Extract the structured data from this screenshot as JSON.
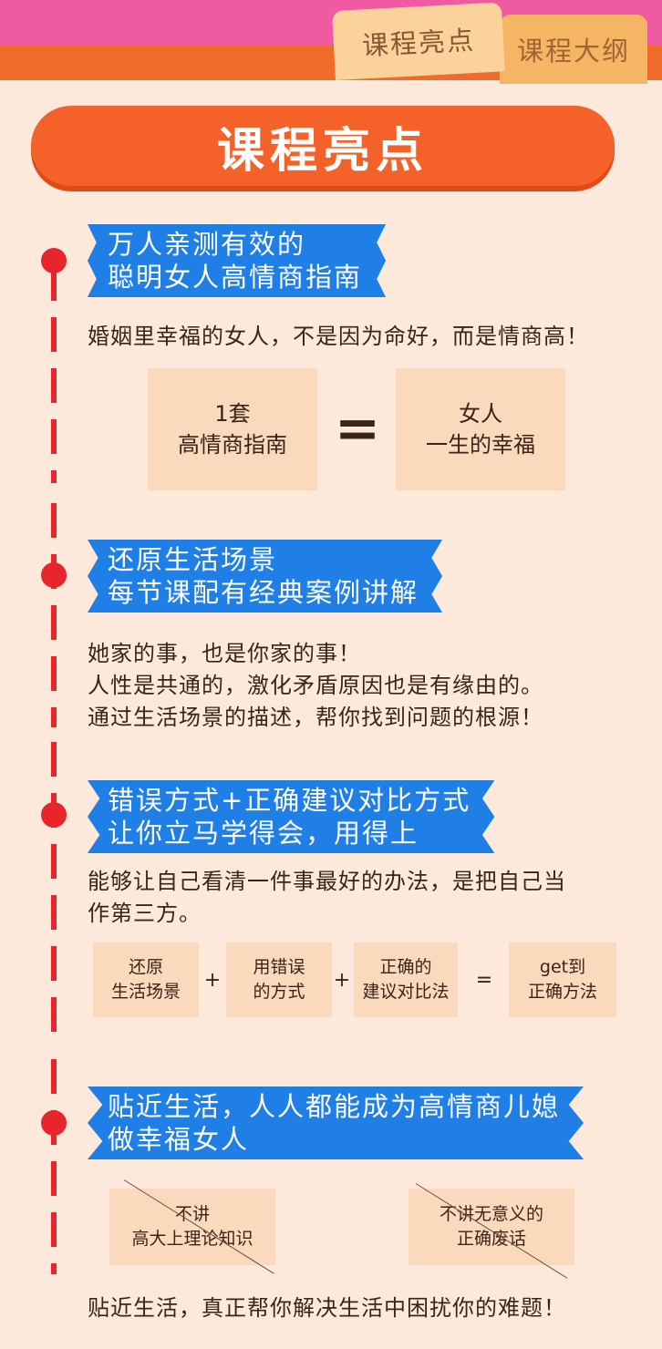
{
  "tabs": [
    {
      "label": "课程亮点",
      "active": true
    },
    {
      "label": "课程大纲",
      "active": false
    }
  ],
  "page_title": "课程亮点",
  "sections": [
    {
      "banner_lines": [
        "万人亲测有效的",
        "聪明女人高情商指南"
      ],
      "paragraph_lines": [
        "婚姻里幸福的女人，不是因为命好，而是情商高！"
      ],
      "equation": {
        "left_lines": [
          "1套",
          "高情商指南"
        ],
        "operator": "=",
        "right_lines": [
          "女人",
          "一生的幸福"
        ]
      }
    },
    {
      "banner_lines": [
        "还原生活场景",
        "每节课配有经典案例讲解"
      ],
      "paragraph_lines": [
        "她家的事，也是你家的事！",
        "人性是共通的，激化矛盾原因也是有缘由的。",
        "通过生活场景的描述，帮你找到问题的根源！"
      ]
    },
    {
      "banner_lines": [
        "错误方式+正确建议对比方式",
        "让你立马学得会，用得上"
      ],
      "paragraph_lines": [
        "能够让自己看清一件事最好的办法，是把自己当",
        "作第三方。"
      ],
      "formula": {
        "items": [
          [
            "还原",
            "生活场景"
          ],
          [
            "用错误",
            "的方式"
          ],
          [
            "正确的",
            "建议对比法"
          ],
          [
            "get到",
            "正确方法"
          ]
        ],
        "operators": [
          "+",
          "+",
          "="
        ]
      }
    },
    {
      "banner_lines": [
        "贴近生活，人人都能成为高情商儿媳",
        "做幸福女人"
      ],
      "crossed": [
        [
          "不讲",
          "高大上理论知识"
        ],
        [
          "不讲无意义的",
          "正确废话"
        ]
      ],
      "footer": "贴近生活，真正帮你解决生活中困扰你的难题！"
    }
  ],
  "colors": {
    "title_bar": "#f4622a",
    "banner": "#1f7fe6",
    "timeline": "#e8252d",
    "box": "#fbd9bd",
    "background": "#fde9dc"
  }
}
